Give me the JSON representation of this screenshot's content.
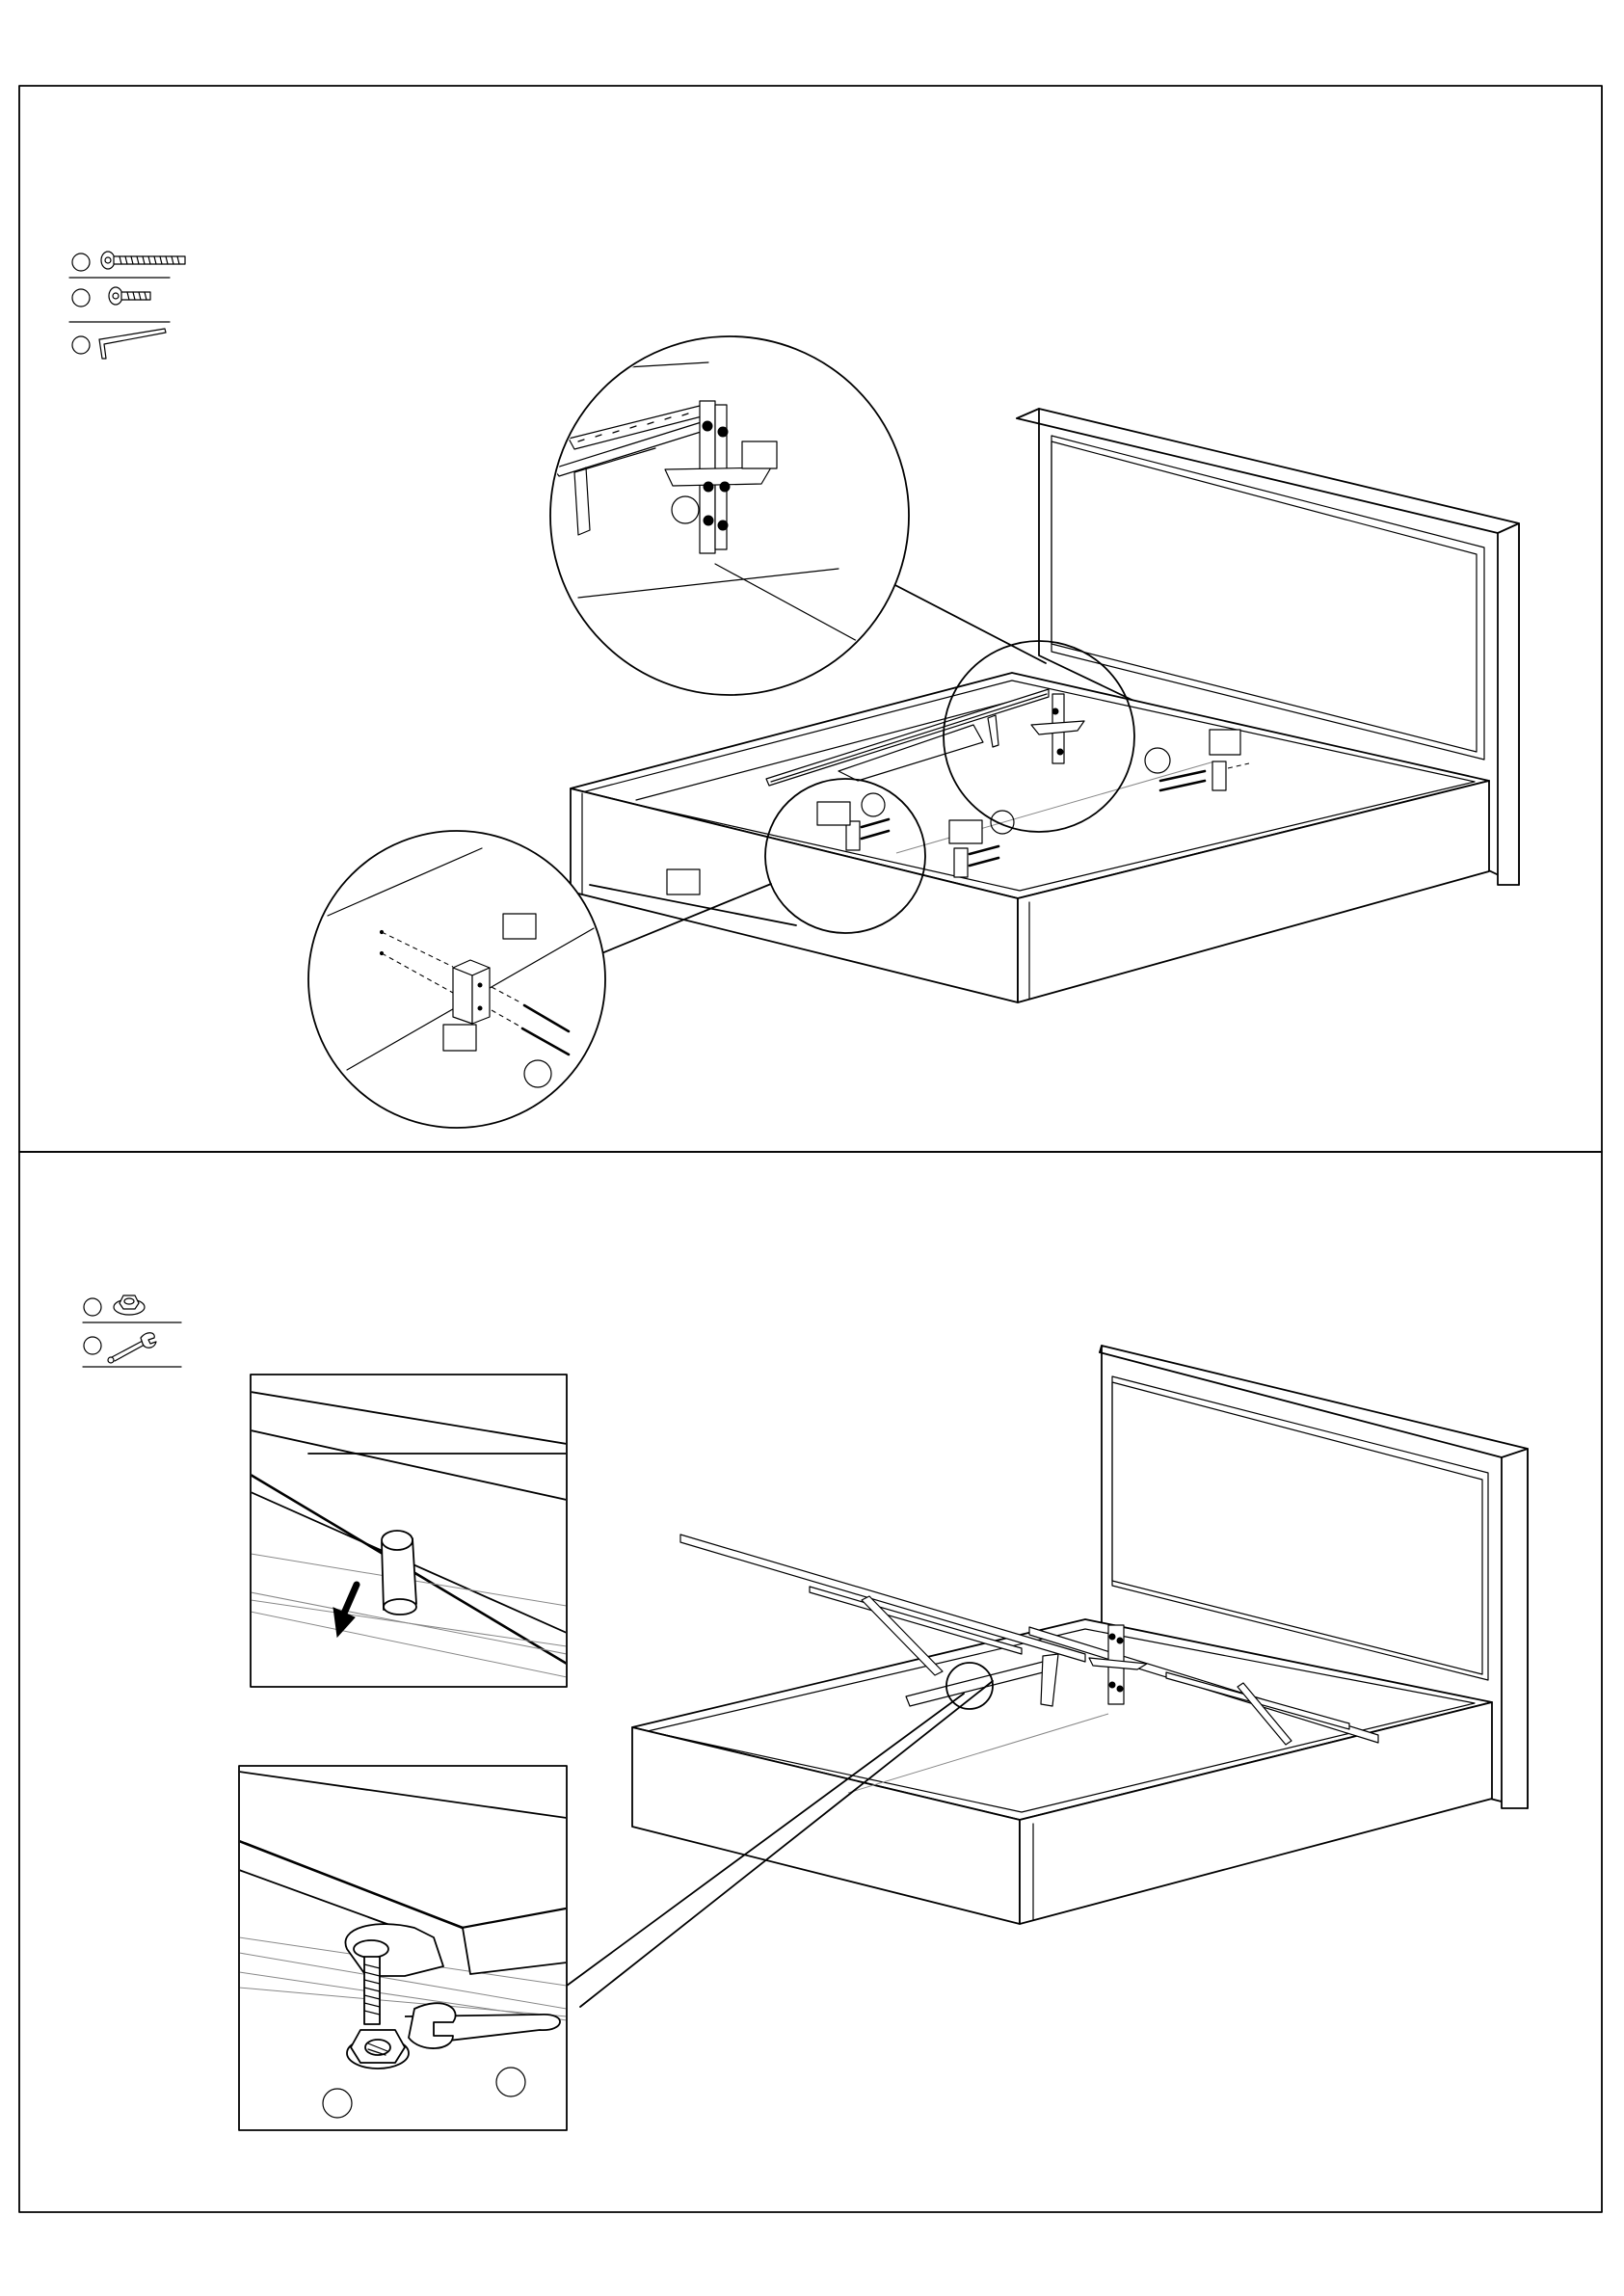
{
  "document": {
    "type": "assembly-instructions",
    "steps": [
      {
        "hardware": [
          {
            "icon": "long-bolt-icon"
          },
          {
            "icon": "short-bolt-icon"
          },
          {
            "icon": "allen-key-icon"
          }
        ],
        "callouts": [
          "bracket-mounting-detail",
          "block-mounting-detail"
        ]
      },
      {
        "hardware": [
          {
            "icon": "flange-nut-icon"
          },
          {
            "icon": "wrench-icon"
          }
        ],
        "callouts": [
          "pin-insert-detail",
          "nut-tightening-detail"
        ]
      }
    ],
    "colors": {
      "ink": "#000000",
      "paper": "#ffffff",
      "hatch": "#888888"
    }
  }
}
